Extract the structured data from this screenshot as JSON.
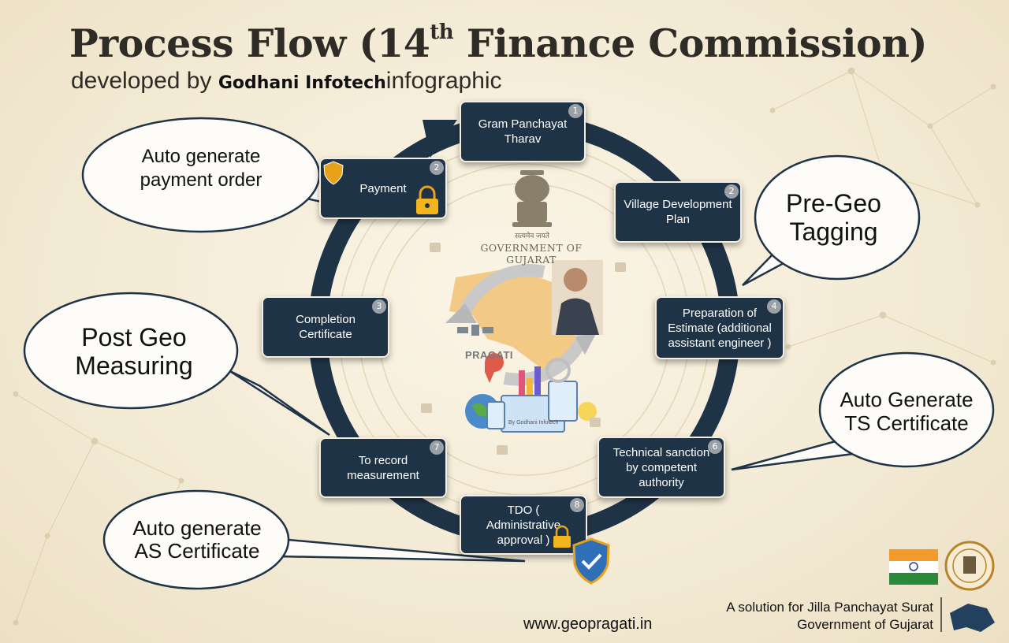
{
  "title": {
    "main": "Process Flow (14",
    "sup": "th",
    "rest": " Finance Commission)"
  },
  "subtitle": {
    "prefix": "developed by ",
    "brand": "Godhani Infotech",
    "suffix": "infographic"
  },
  "center": {
    "hindi": "सत्यमेव जयते",
    "govt": "GOVERNMENT OF GUJARAT",
    "pragati": "PRAGATI",
    "byline": "By Godhani Infotech"
  },
  "steps": [
    {
      "label": "Gram Panchayat Tharav",
      "badge": "1"
    },
    {
      "label": "Village Development Plan",
      "badge": "2"
    },
    {
      "label": "Preparation of Estimate (additional assistant engineer )",
      "badge": "4"
    },
    {
      "label": "Technical sanction by competent authority",
      "badge": "6"
    },
    {
      "label": "TDO ( Administrative approval )",
      "badge": "8"
    },
    {
      "label": "To record measurement",
      "badge": "7"
    },
    {
      "label": "Completion Certificate",
      "badge": "3"
    },
    {
      "label": "Payment",
      "badge": "2"
    }
  ],
  "bubbles": {
    "payment": {
      "line1": "Auto generate",
      "line2": "payment order"
    },
    "pregeo": {
      "line1": "Pre-Geo",
      "line2": "Tagging"
    },
    "postgeo": {
      "line1": "Post Geo",
      "line2": "Measuring"
    },
    "ts": {
      "line1": "Auto Generate",
      "line2": "TS Certificate"
    },
    "as": {
      "line1": "Auto generate",
      "line2": "AS Certificate"
    }
  },
  "footer": {
    "url": "www.geopragati.in",
    "solution_line1": "A solution for Jilla Panchayat Surat",
    "solution_line2": "Government of Gujarat"
  },
  "colors": {
    "ring": "#1f3347",
    "step_bg": "#1f3347",
    "lock": "#e8a21a",
    "shield": "#2f6fb8",
    "flag_saffron": "#f39a2b",
    "flag_green": "#2a8a3a"
  }
}
